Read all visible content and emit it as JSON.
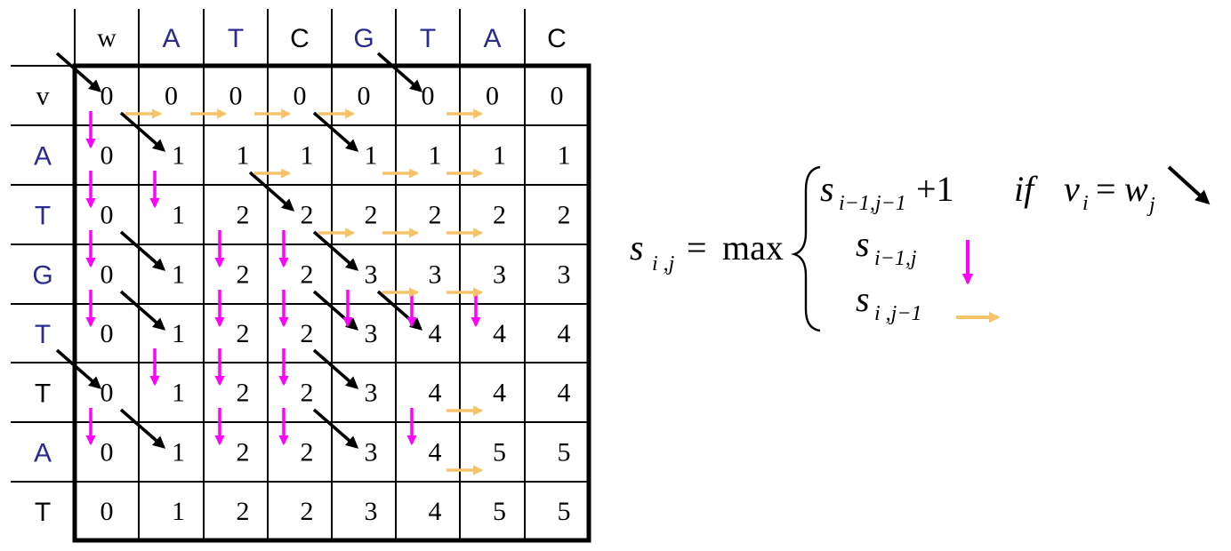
{
  "colors": {
    "blue_letter": "#2b2b8f",
    "black_letter": "#000000",
    "diag_arrow": "#000000",
    "down_arrow": "#ff00ff",
    "right_arrow": "#f5c46a",
    "grid": "#000000"
  },
  "matrix": {
    "corner_w": "w",
    "corner_v": "v",
    "columns": [
      {
        "letter": "A",
        "color": "blue"
      },
      {
        "letter": "T",
        "color": "blue"
      },
      {
        "letter": "C",
        "color": "black"
      },
      {
        "letter": "G",
        "color": "blue"
      },
      {
        "letter": "T",
        "color": "blue"
      },
      {
        "letter": "A",
        "color": "blue"
      },
      {
        "letter": "C",
        "color": "black"
      }
    ],
    "rows": [
      {
        "letter": "A",
        "color": "blue"
      },
      {
        "letter": "T",
        "color": "blue"
      },
      {
        "letter": "G",
        "color": "blue"
      },
      {
        "letter": "T",
        "color": "blue"
      },
      {
        "letter": "T",
        "color": "black"
      },
      {
        "letter": "A",
        "color": "blue"
      },
      {
        "letter": "T",
        "color": "black"
      }
    ],
    "values": [
      [
        0,
        0,
        0,
        0,
        0,
        0,
        0,
        0
      ],
      [
        0,
        1,
        1,
        1,
        1,
        1,
        1,
        1
      ],
      [
        0,
        1,
        2,
        2,
        2,
        2,
        2,
        2
      ],
      [
        0,
        1,
        2,
        2,
        3,
        3,
        3,
        3
      ],
      [
        0,
        1,
        2,
        2,
        3,
        4,
        4,
        4
      ],
      [
        0,
        1,
        2,
        2,
        3,
        4,
        4,
        4
      ],
      [
        0,
        1,
        2,
        2,
        3,
        4,
        5,
        5
      ],
      [
        0,
        1,
        2,
        2,
        3,
        4,
        5,
        5
      ]
    ],
    "diag_arrows": [
      [
        1,
        1
      ],
      [
        1,
        6
      ],
      [
        2,
        2
      ],
      [
        2,
        5
      ],
      [
        3,
        4
      ],
      [
        4,
        2
      ],
      [
        4,
        5
      ],
      [
        5,
        2
      ],
      [
        5,
        5
      ],
      [
        5,
        6
      ],
      [
        6,
        1
      ],
      [
        6,
        5
      ],
      [
        7,
        2
      ],
      [
        7,
        5
      ]
    ],
    "down_arrows": [
      [
        2,
        1
      ],
      [
        3,
        1
      ],
      [
        3,
        2
      ],
      [
        4,
        1
      ],
      [
        4,
        3
      ],
      [
        4,
        4
      ],
      [
        5,
        1
      ],
      [
        5,
        3
      ],
      [
        5,
        4
      ],
      [
        5,
        5
      ],
      [
        5,
        6
      ],
      [
        5,
        7
      ],
      [
        6,
        2
      ],
      [
        6,
        3
      ],
      [
        6,
        4
      ],
      [
        7,
        1
      ],
      [
        7,
        3
      ],
      [
        7,
        4
      ],
      [
        7,
        6
      ]
    ],
    "right_arrows": [
      [
        1,
        2
      ],
      [
        1,
        3
      ],
      [
        1,
        4
      ],
      [
        1,
        5
      ],
      [
        1,
        7
      ],
      [
        2,
        4
      ],
      [
        2,
        6
      ],
      [
        2,
        7
      ],
      [
        3,
        5
      ],
      [
        3,
        6
      ],
      [
        3,
        7
      ],
      [
        4,
        6
      ],
      [
        4,
        7
      ],
      [
        6,
        7
      ],
      [
        7,
        7
      ]
    ]
  },
  "formula": {
    "lhs_s": "s",
    "lhs_sub": "i ,j",
    "eq": "=",
    "max": "max",
    "case1_s": "s",
    "case1_sub": "i−1,j−1",
    "case1_plus": "+1",
    "case1_if": "if",
    "case1_v": "v",
    "case1_v_sub": "i",
    "case1_eq": "=",
    "case1_w": "w",
    "case1_w_sub": "j",
    "case2_s": "s",
    "case2_sub": "i−1,j",
    "case3_s": "s",
    "case3_sub": "i ,j−1"
  }
}
